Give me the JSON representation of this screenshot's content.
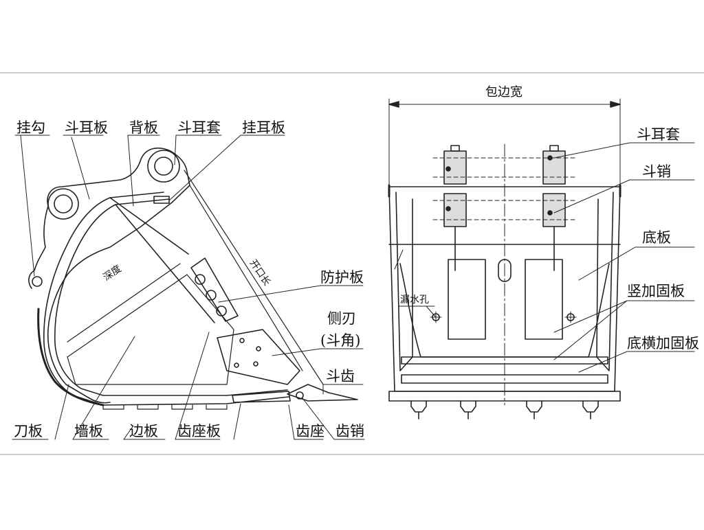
{
  "left_view": {
    "labels": {
      "hook": "挂勾",
      "ear_plate": "斗耳板",
      "back_plate": "背板",
      "ear_sleeve": "斗耳套",
      "hanging_ear_plate": "挂耳板",
      "depth": "深度",
      "opening_length": "开口长",
      "protective_plate": "防护板",
      "side_blade": "侧刃",
      "bucket_corner": "(斗角)",
      "bucket_tooth": "斗齿",
      "blade_plate": "刀板",
      "wall_plate": "墙板",
      "side_plate": "边板",
      "tooth_seat_plate": "齿座板",
      "tooth_seat": "齿座",
      "tooth_pin": "齿销"
    }
  },
  "right_view": {
    "labels": {
      "wrap_width": "包边宽",
      "ear_sleeve": "斗耳套",
      "bucket_pin": "斗销",
      "bottom_plate": "底板",
      "vertical_reinforcement": "竖加固板",
      "drain_hole": "漏水孔",
      "bottom_cross_reinforcement": "底横加固板"
    }
  }
}
